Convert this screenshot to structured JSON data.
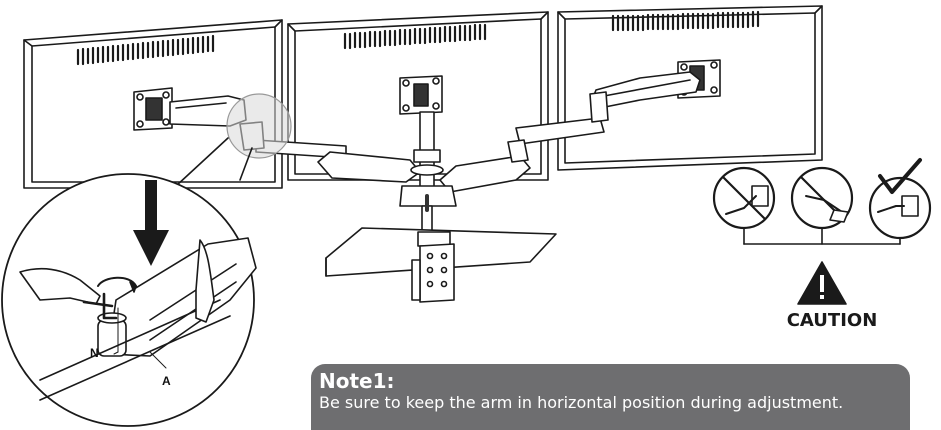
{
  "note": {
    "title": "Note1:",
    "text": "Be sure to keep the arm in horizontal position during adjustment."
  },
  "caution": {
    "label": "CAUTION",
    "icons": [
      "prohibited-arm-tilted-up-icon",
      "prohibited-arm-tilted-down-icon",
      "approved-arm-horizontal-icon"
    ]
  },
  "callouts": {
    "screw": "N",
    "arm": "A"
  },
  "colors": {
    "note_bg": "#6e6e70",
    "line": "#1a1a1a",
    "highlight_circle": "#d8d8d8"
  }
}
